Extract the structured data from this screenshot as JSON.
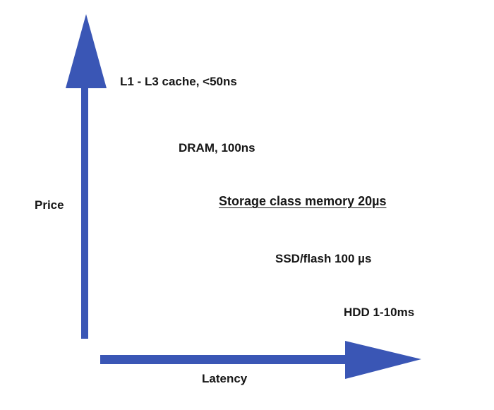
{
  "diagram": {
    "type": "conceptual-axes-diagram",
    "y_axis_label": "Price",
    "x_axis_label": "Latency",
    "arrow_color": "#3a56b5",
    "text_color": "#161616",
    "points": [
      {
        "text": "L1 - L3 cache, <50ns",
        "underline": false
      },
      {
        "text": "DRAM, 100ns",
        "underline": false
      },
      {
        "text": "Storage class memory 20µs",
        "underline": true
      },
      {
        "text": "SSD/flash 100 µs",
        "underline": false
      },
      {
        "text": "HDD 1-10ms",
        "underline": false
      }
    ]
  }
}
